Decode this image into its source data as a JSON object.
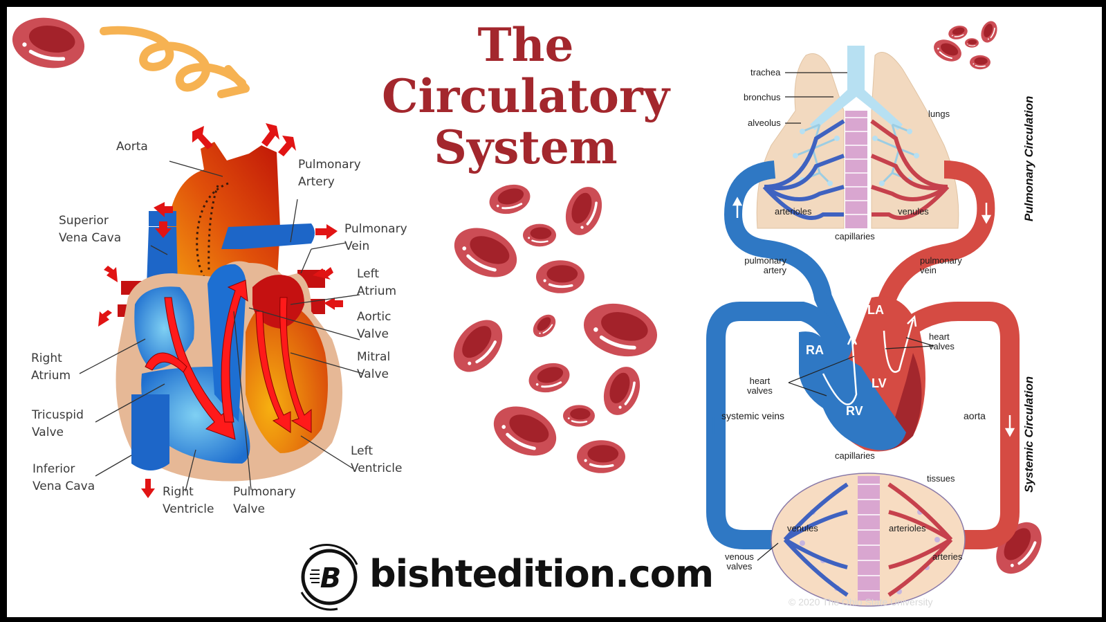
{
  "title": {
    "line1": "The",
    "line2": "Circulatory",
    "line3": "System"
  },
  "heart_diagram": {
    "labels": {
      "aorta": "Aorta",
      "pulmonary_artery": "Pulmonary\nArtery",
      "superior_vena_cava": "Superior\nVena Cava",
      "pulmonary_vein": "Pulmonary\nVein",
      "left_atrium": "Left\nAtrium",
      "aortic_valve": "Aortic\nValve",
      "right_atrium": "Right\nAtrium",
      "mitral_valve": "Mitral\nValve",
      "tricuspid_valve": "Tricuspid\nValve",
      "inferior_vena_cava": "Inferior\nVena Cava",
      "left_ventricle": "Left\nVentricle",
      "right_ventricle": "Right\nVentricle",
      "pulmonary_valve": "Pulmonary\nValve"
    }
  },
  "circulation_diagram": {
    "labels": {
      "trachea": "trachea",
      "bronchus": "bronchus",
      "alveolus": "alveolus",
      "lungs": "lungs",
      "arterioles_top": "arterioles",
      "venules_top": "venules",
      "capillaries_top": "capillaries",
      "pulmonary_artery": "pulmonary\nartery",
      "pulmonary_vein": "pulmonary\nvein",
      "la": "LA",
      "ra": "RA",
      "lv": "LV",
      "rv": "RV",
      "heart_valves_right": "heart\nvalves",
      "heart_valves_left": "heart\nvalves",
      "systemic_veins": "systemic veins",
      "aorta": "aorta",
      "capillaries_bottom": "capillaries",
      "tissues": "tissues",
      "venules_bottom": "venules",
      "arterioles_bottom": "arterioles",
      "arteries": "arteries",
      "venous_valves": "venous\nvalves"
    },
    "side_labels": {
      "pulmonary": "Pulmonary Circulation",
      "systemic": "Systemic Circulation"
    },
    "copyright": "© 2020 The Ohio State University"
  },
  "branding": {
    "logo_letter": "B",
    "site": "bishtedition.com"
  },
  "colors": {
    "title": "#a3272d",
    "deoxygenated": "#2f78c4",
    "oxygenated": "#d54b43",
    "blood_cell": "#cc4d55",
    "blood_cell_core": "#a3222a",
    "arrow_swirl": "#f6b252",
    "lung": "#f2d9bf"
  }
}
